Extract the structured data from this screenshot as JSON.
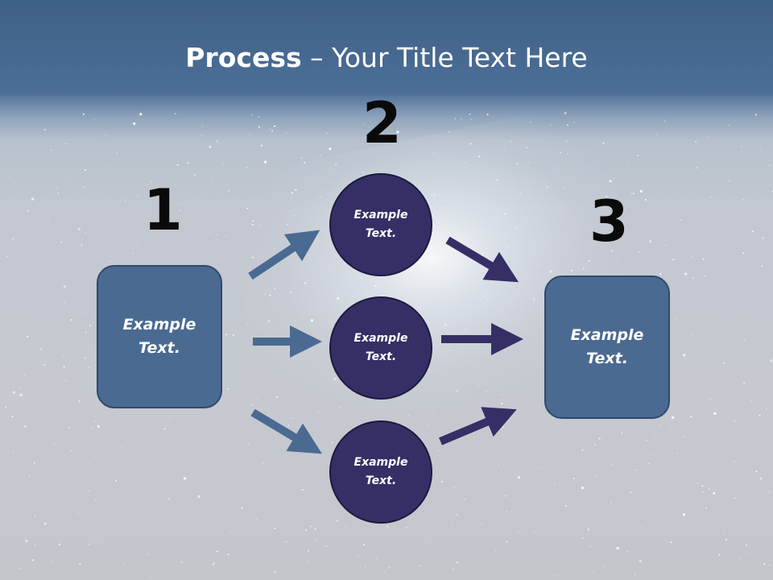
{
  "title": {
    "bold": "Process",
    "rest": " – Your Title Text Here"
  },
  "steps": [
    {
      "number": "1",
      "label_line1": "Example",
      "label_line2": "Text."
    },
    {
      "number": "2"
    },
    {
      "number": "3",
      "label_line1": "Example",
      "label_line2": "Text."
    }
  ],
  "circles": [
    {
      "label_line1": "Example",
      "label_line2": "Text."
    },
    {
      "label_line1": "Example",
      "label_line2": "Text."
    },
    {
      "label_line1": "Example",
      "label_line2": "Text."
    }
  ],
  "colors": {
    "header": "#4a6b93",
    "box_fill": "#4a6a92",
    "circle_fill": "#352f66",
    "left_arrows": "#4a6a92",
    "right_arrows": "#352f66"
  }
}
